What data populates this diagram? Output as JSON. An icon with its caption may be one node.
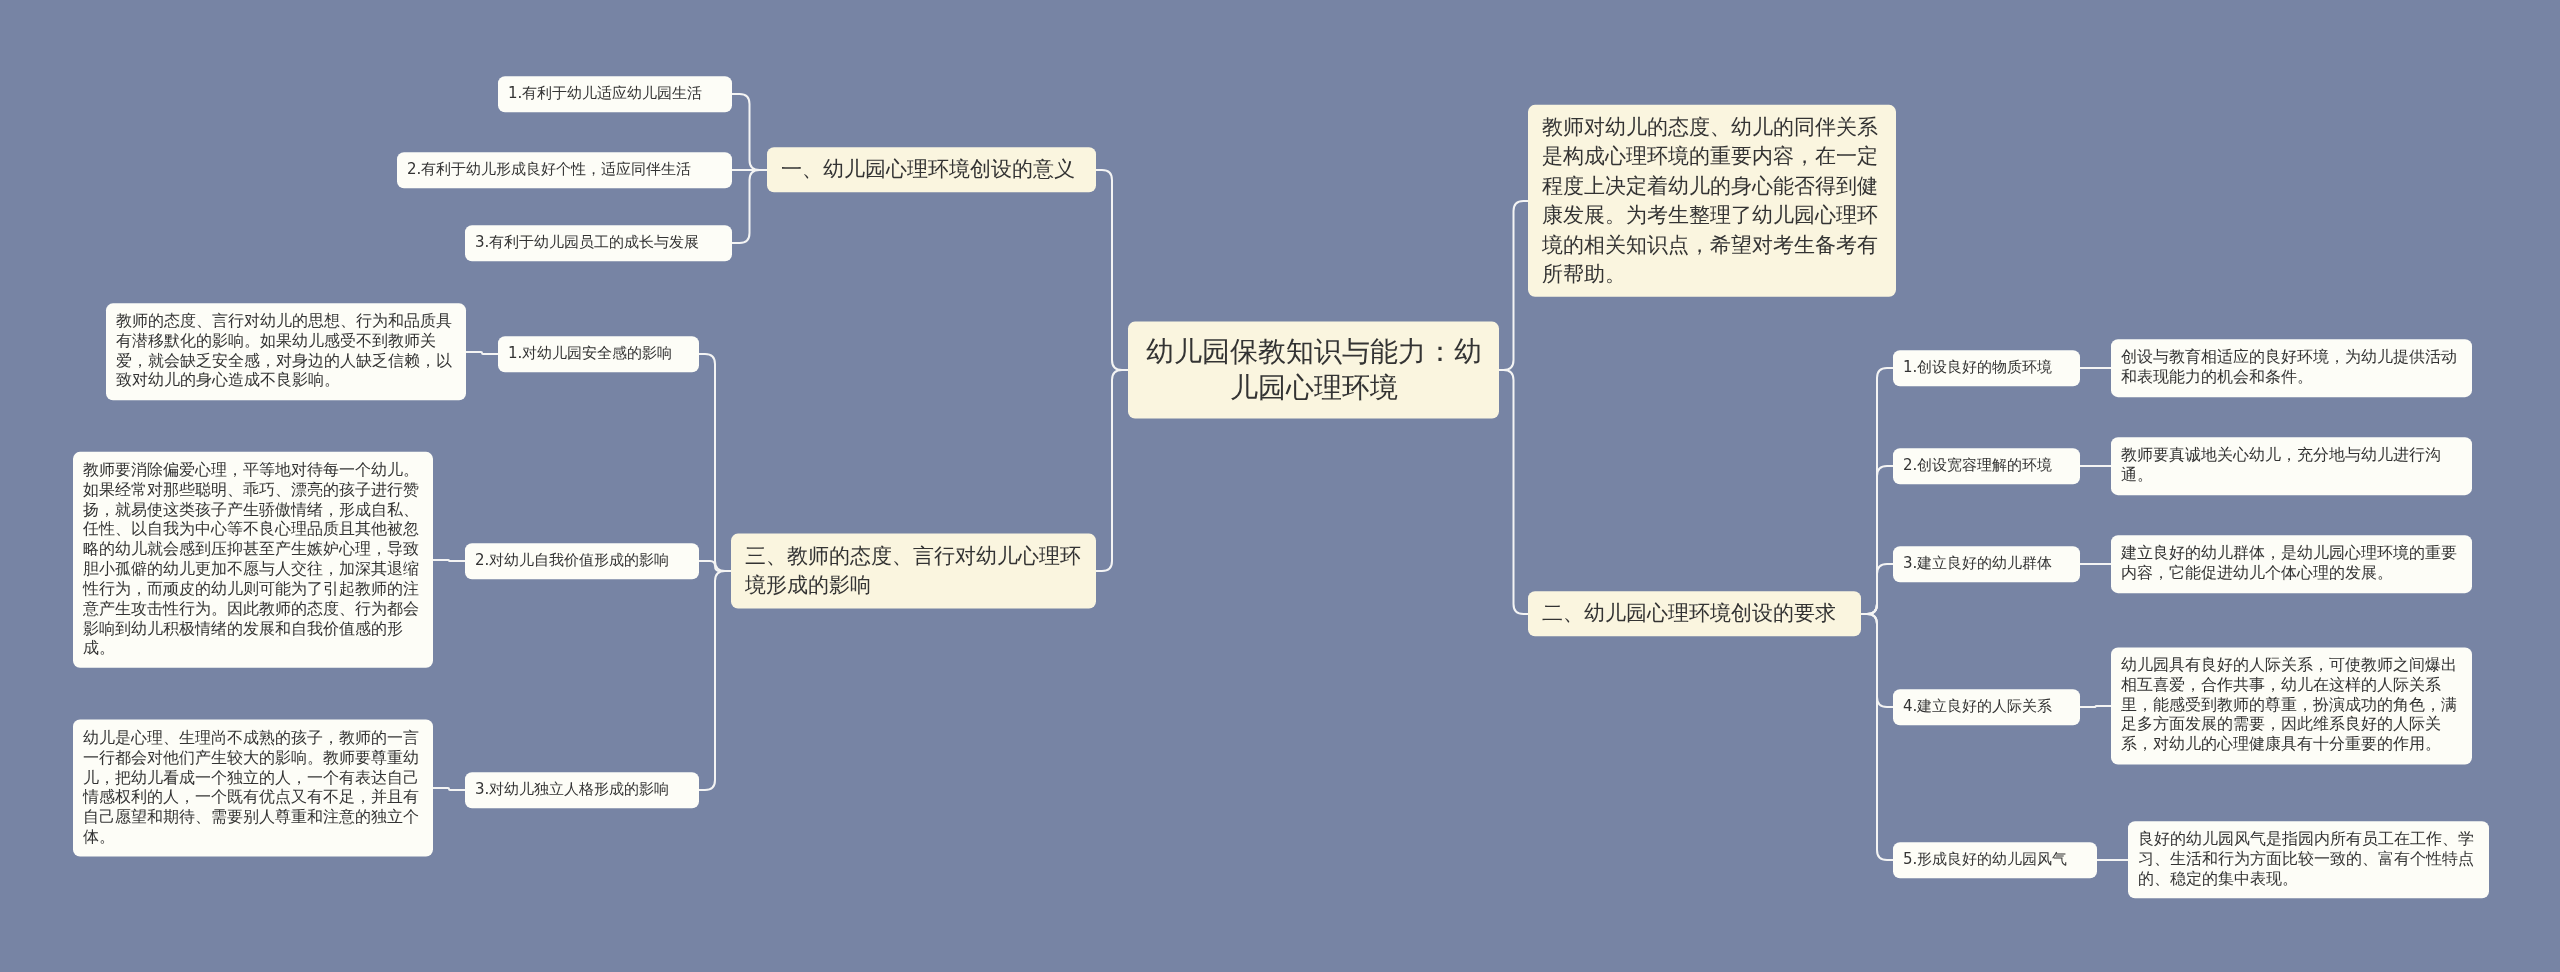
{
  "diagram": {
    "nodes": [
      {
        "text": [
          "幼儿园保教知识与能力：幼儿园心理环境"
        ]
      },
      {
        "text": [
          "教师对幼儿的态度、幼儿的同伴关系是构成心理环境的重要内容，在一定程度上决定着幼儿的身心能否得到健康发展。为考生整理了幼儿园心理环境的相关知识点，希望对考生备考有所帮助。"
        ]
      },
      {
        "text": [
          "一、幼儿园心理环境创设的意义"
        ]
      },
      {
        "text": [
          "1.有利于幼儿适应幼儿园生活"
        ]
      },
      {
        "text": [
          "2.有利于幼儿形成良好个性，适应同伴生活"
        ]
      },
      {
        "text": [
          "3.有利于幼儿园员工的成长与发展"
        ]
      },
      {
        "text": [
          "三、教师的态度、言行对幼儿心理环境形成的影响"
        ]
      },
      {
        "text": [
          "1.对幼儿园安全感的影响"
        ]
      },
      {
        "text": [
          "教师的态度、言行对幼儿的思想、行为和品质具有潜移默化的影响。如果幼儿感受不到教师关爱，就会缺乏安全感，对身边的人缺乏信赖，以致对幼儿的身心造成不良影响。"
        ]
      },
      {
        "text": [
          "2.对幼儿自我价值形成的影响"
        ]
      },
      {
        "text": [
          "教师要消除偏爱心理，平等地对待每一个幼儿。如果经常对那些聪明、乖巧、漂亮的孩子进行赞扬，就易使这类孩子产生骄傲情绪，形成自私、任性、以自我为中心等不良心理品质且其他被忽略的幼儿就会感到压抑甚至产生嫉妒心理，导致胆小孤僻的幼儿更加不愿与人交往，加深其退缩性行为，而顽皮的幼儿则可能为了引起教师的注意产生攻击性行为。因此教师的态度、行为都会影响到幼儿积极情绪的发展和自我价值感的形成。"
        ]
      },
      {
        "text": [
          "3.对幼儿独立人格形成的影响"
        ]
      },
      {
        "text": [
          "幼儿是心理、生理尚不成熟的孩子，教师的一言一行都会对他们产生较大的影响。教师要尊重幼儿，把幼儿看成一个独立的人，一个有表达自己情感权利的人，一个既有优点又有不足，并且有自己愿望和期待、需要别人尊重和注意的独立个体。"
        ]
      },
      {
        "text": [
          "二、幼儿园心理环境创设的要求"
        ]
      },
      {
        "text": [
          "1.创设良好的物质环境"
        ]
      },
      {
        "text": [
          "创设与教育相适应的良好环境，为幼儿提供活动和表现能力的机会和条件。"
        ]
      },
      {
        "text": [
          "2.创设宽容理解的环境"
        ]
      },
      {
        "text": [
          "教师要真诚地关心幼儿，充分地与幼儿进行沟通。"
        ]
      },
      {
        "text": [
          "3.建立良好的幼儿群体"
        ]
      },
      {
        "text": [
          "建立良好的幼儿群体，是幼儿园心理环境的重要内容，它能促进幼儿个体心理的发展。"
        ]
      },
      {
        "text": [
          "4.建立良好的人际关系"
        ]
      },
      {
        "text": [
          "幼儿园具有良好的人际关系，可使教师之间爆出相互喜爱，合作共事，幼儿在这样的人际关系里，能感受到教师的尊重，扮演成功的角色，满足多方面发展的需要，因此维系良好的人际关系，对幼儿的心理健康具有十分重要的作用。"
        ]
      },
      {
        "text": [
          "5.形成良好的幼儿园风气"
        ]
      },
      {
        "text": [
          "良好的幼儿园风气是指园内所有员工在工作、学习、生活和行为方面比较一致的、富有个性特点的、稳定的集中表现。"
        ]
      }
    ],
    "edges": [
      {
        "from": 0,
        "to": 1,
        "arrow": "none"
      },
      {
        "from": 0,
        "to": 2,
        "arrow": "none"
      },
      {
        "from": 2,
        "to": 3,
        "arrow": "none"
      },
      {
        "from": 2,
        "to": 4,
        "arrow": "none"
      },
      {
        "from": 2,
        "to": 5,
        "arrow": "none"
      },
      {
        "from": 0,
        "to": 6,
        "arrow": "none"
      },
      {
        "from": 6,
        "to": 7,
        "arrow": "none"
      },
      {
        "from": 7,
        "to": 8,
        "arrow": "none"
      },
      {
        "from": 6,
        "to": 9,
        "arrow": "none"
      },
      {
        "from": 9,
        "to": 10,
        "arrow": "none"
      },
      {
        "from": 6,
        "to": 11,
        "arrow": "none"
      },
      {
        "from": 11,
        "to": 12,
        "arrow": "none"
      },
      {
        "from": 0,
        "to": 13,
        "arrow": "none"
      },
      {
        "from": 13,
        "to": 14,
        "arrow": "none"
      },
      {
        "from": 14,
        "to": 15,
        "arrow": "none"
      },
      {
        "from": 13,
        "to": 16,
        "arrow": "none"
      },
      {
        "from": 16,
        "to": 17,
        "arrow": "none"
      },
      {
        "from": 13,
        "to": 18,
        "arrow": "none"
      },
      {
        "from": 18,
        "to": 19,
        "arrow": "none"
      },
      {
        "from": 13,
        "to": 20,
        "arrow": "none"
      },
      {
        "from": 20,
        "to": 21,
        "arrow": "none"
      },
      {
        "from": 13,
        "to": 22,
        "arrow": "none"
      },
      {
        "from": 22,
        "to": 23,
        "arrow": "none"
      }
    ]
  }
}
